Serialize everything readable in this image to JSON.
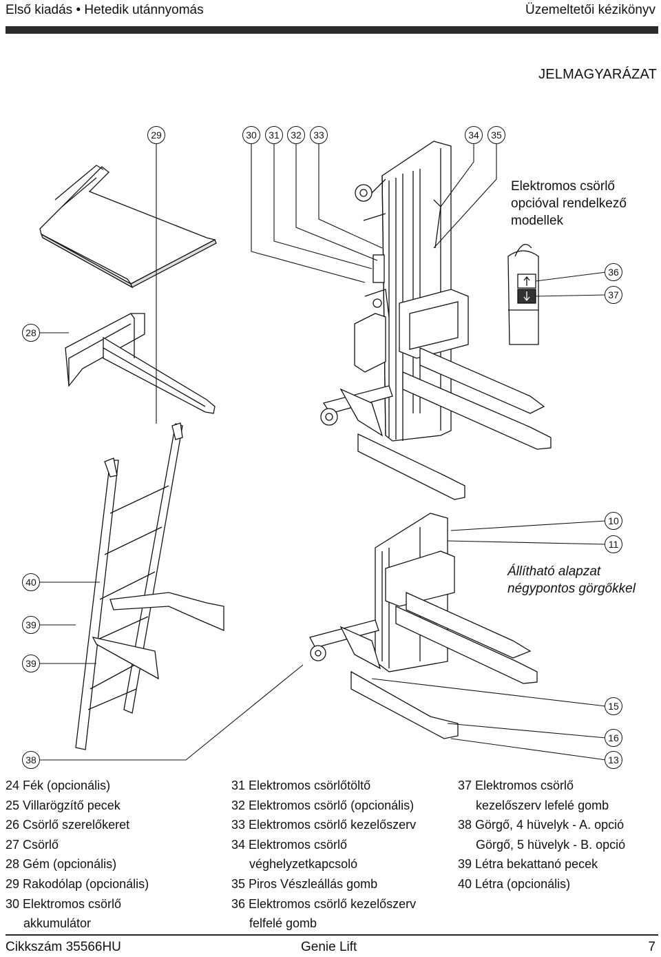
{
  "header": {
    "edition": "Első kiadás",
    "bullet": "•",
    "printing": "Hetedik utánnyomás",
    "manual_title": "Üzemeltetői kézikönyv"
  },
  "section_title": "JELMAGYARÁZAT",
  "callouts": {
    "electric_winch_models": [
      "Elektromos csörlő",
      "opcióval rendelkező",
      "modellek"
    ],
    "adjustable_base": [
      "Állítható alapzat",
      "négypontos görgőkkel"
    ]
  },
  "bubbles": {
    "b29": "29",
    "b30": "30",
    "b31": "31",
    "b32": "32",
    "b33": "33",
    "b34": "34",
    "b35": "35",
    "b36": "36",
    "b37": "37",
    "b28": "28",
    "b10": "10",
    "b11": "11",
    "b40": "40",
    "b39a": "39",
    "b39b": "39",
    "b15": "15",
    "b16": "16",
    "b38": "38",
    "b13": "13"
  },
  "legend": {
    "col1": [
      "24 Fék (opcionális)",
      "25 Villarögzítő pecek",
      "26 Csörlő szerelőkeret",
      "27 Csörlő",
      "28 Gém (opcionális)",
      "29 Rakodólap (opcionális)",
      "30 Elektromos csörlő",
      "akkumulátor"
    ],
    "col2": [
      "31 Elektromos csörlőtöltő",
      "32 Elektromos csörlő (opcionális)",
      "33 Elektromos csörlő kezelőszerv",
      "34 Elektromos csörlő",
      "véghelyzetkapcsoló",
      "35 Piros Vészleállás gomb",
      "36 Elektromos csörlő kezelőszerv",
      "felfelé gomb"
    ],
    "col3": [
      "37 Elektromos csörlő",
      "kezelőszerv lefelé gomb",
      "38 Görgő, 4 hüvelyk - A. opció",
      "Görgő, 5 hüvelyk - B. opció",
      "39 Létra bekattanó pecek",
      "40 Létra (opcionális)"
    ]
  },
  "footer": {
    "part_number": "Cikkszám 35566HU",
    "product": "Genie Lift",
    "page": "7"
  }
}
